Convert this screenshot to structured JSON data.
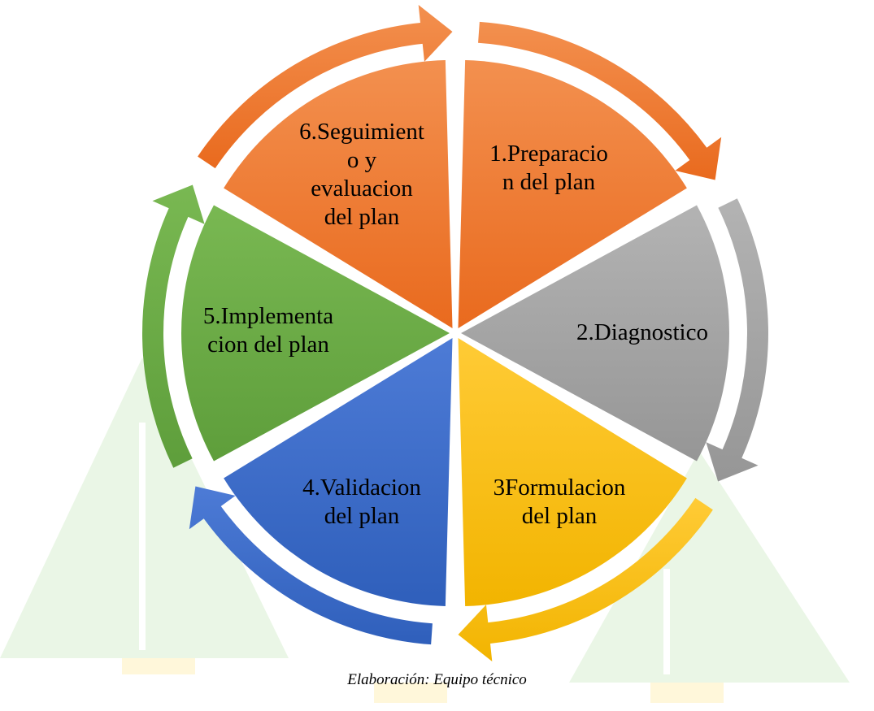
{
  "diagram": {
    "type": "cycle",
    "steps": [
      {
        "label": "1.Preparacio\nn del plan",
        "color": "#ee7b35"
      },
      {
        "label": "2.Diagnostico",
        "color": "#a5a5a5"
      },
      {
        "label": "3Formulacion\ndel plan",
        "color": "#fdbf13"
      },
      {
        "label": "4.Validacion\ndel plan",
        "color": "#3c6ac6"
      },
      {
        "label": "5.Implementa\ncion del plan",
        "color": "#6aab45"
      },
      {
        "label": "6.Seguimient\no y\nevaluacion\ndel plan",
        "color": "#ee7b35"
      }
    ]
  },
  "caption": "Elaboración: Equipo técnico",
  "watermark": {
    "description_colors": [
      "#e8f5e4",
      "#fff6d6"
    ]
  }
}
